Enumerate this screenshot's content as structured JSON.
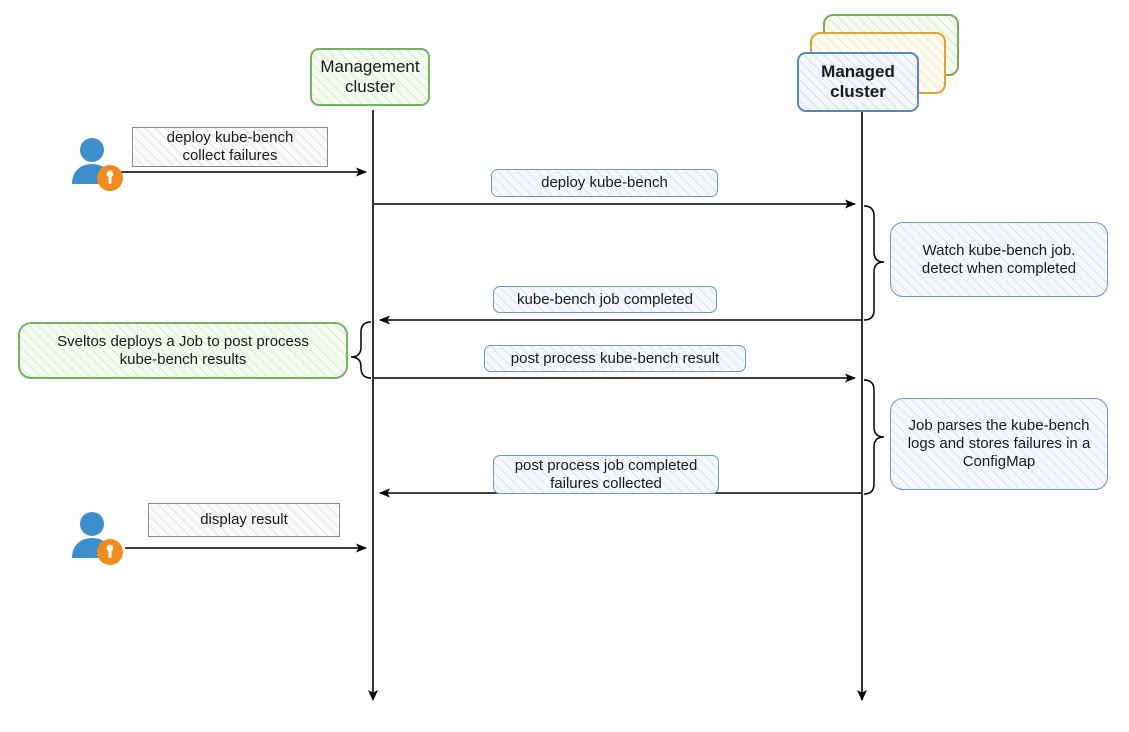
{
  "diagram": {
    "title": "kube-bench sequence diagram",
    "type": "sequence-diagram",
    "colors": {
      "green": "#72b35e",
      "blue": "#5b87bf",
      "orange": "#dca430",
      "gray": "#8a8a8a",
      "actor_body": "#3d8ecc",
      "actor_badge": "#ef8c1c",
      "line": "#000000"
    }
  },
  "participants": [
    {
      "id": "management",
      "label": "Management\ncluster",
      "style": "green-box"
    },
    {
      "id": "managed",
      "label": "Managed\ncluster",
      "style": "blue-stacked-box"
    }
  ],
  "actors": [
    {
      "id": "actor-top",
      "name": "user-actor",
      "icon": "user-key-icon"
    },
    {
      "id": "actor-bottom",
      "name": "user-actor",
      "icon": "user-key-icon"
    }
  ],
  "messages": [
    {
      "id": "m1",
      "label": "deploy kube-bench\ncollect failures",
      "from": "actor-top",
      "to": "management",
      "direction": "right",
      "style": "gray"
    },
    {
      "id": "m2",
      "label": "deploy kube-bench",
      "from": "management",
      "to": "managed",
      "direction": "right",
      "style": "blue"
    },
    {
      "id": "m3",
      "label": "kube-bench job completed",
      "from": "managed",
      "to": "management",
      "direction": "left",
      "style": "blue"
    },
    {
      "id": "m4",
      "label": "post process kube-bench result",
      "from": "management",
      "to": "managed",
      "direction": "right",
      "style": "blue"
    },
    {
      "id": "m5",
      "label": "post process job completed\nfailures collected",
      "from": "managed",
      "to": "management",
      "direction": "left",
      "style": "blue"
    },
    {
      "id": "m6",
      "label": "display result",
      "from": "actor-bottom",
      "to": "management",
      "direction": "right",
      "style": "gray"
    }
  ],
  "notes": [
    {
      "id": "n1",
      "label": "Watch kube-bench job.\ndetect when completed",
      "side": "right",
      "style": "blue"
    },
    {
      "id": "n2",
      "label": "Sveltos deploys a Job to post process\nkube-bench results",
      "side": "left",
      "style": "green"
    },
    {
      "id": "n3",
      "label": "Job parses the kube-bench\nlogs and stores failures in a\nConfigMap",
      "side": "right",
      "style": "blue"
    }
  ]
}
